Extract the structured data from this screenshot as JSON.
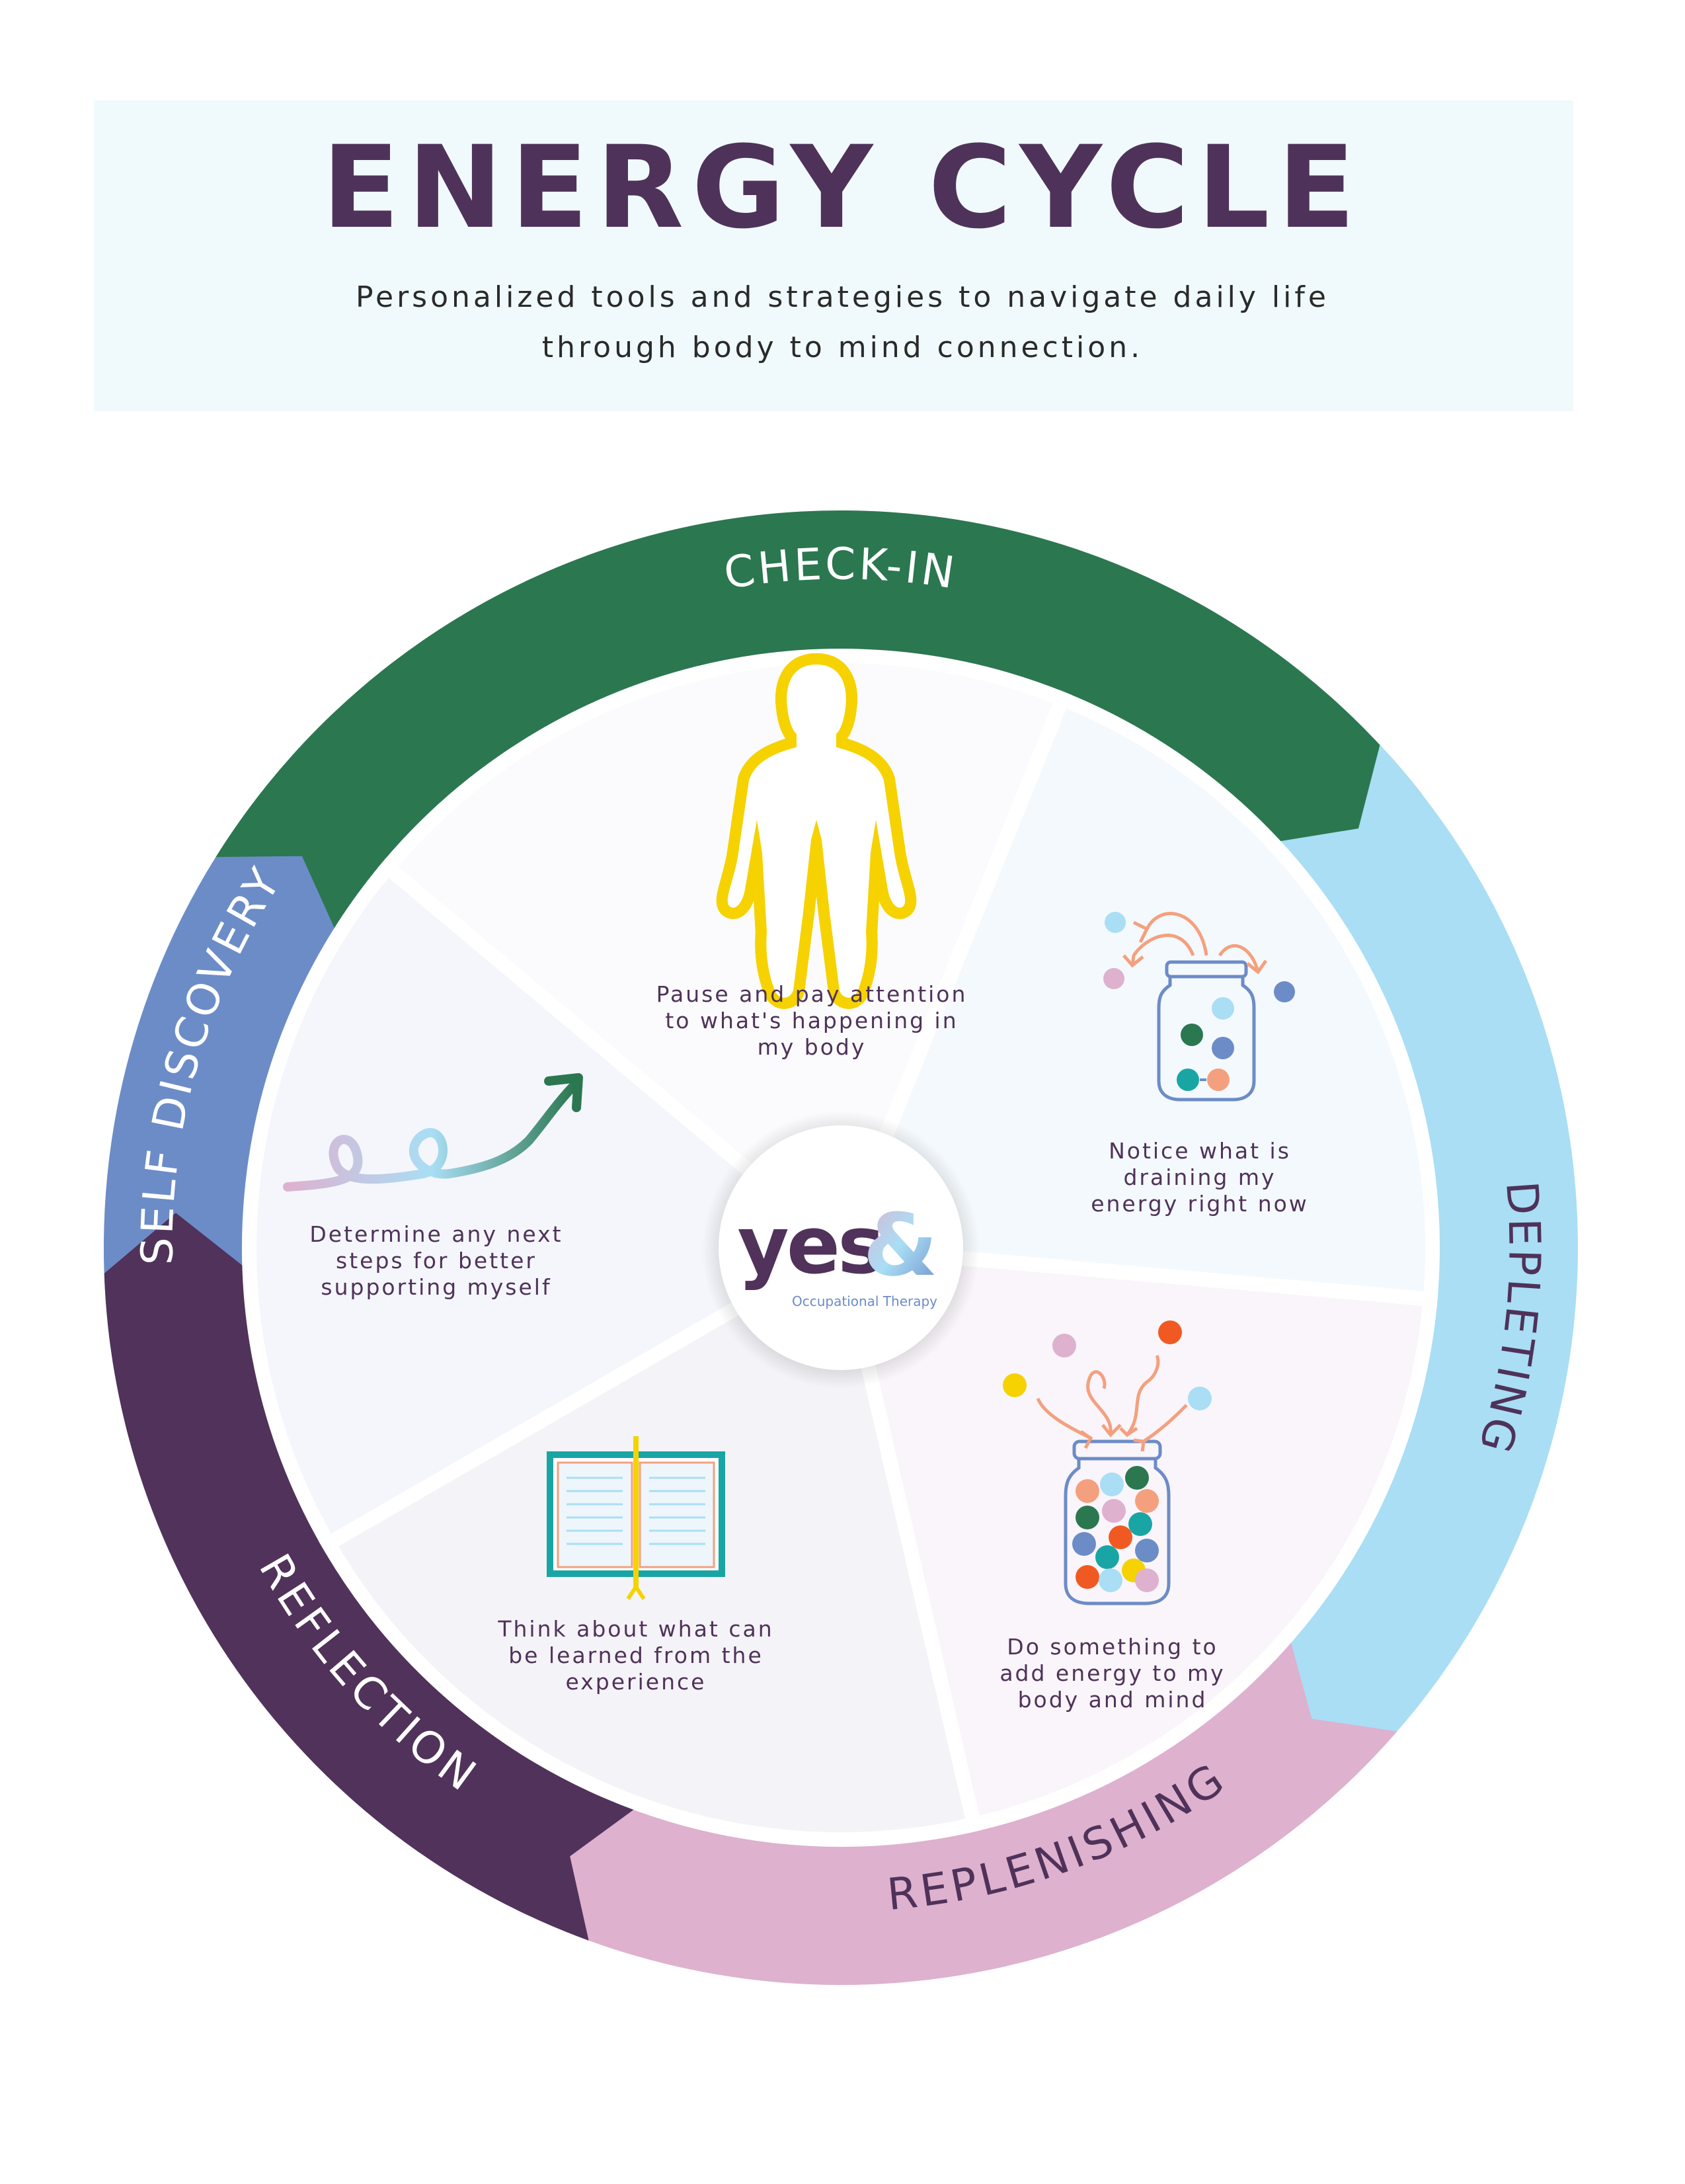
{
  "header": {
    "title": "ENERGY CYCLE",
    "subtitle_line1": "Personalized tools and strategies to navigate daily life",
    "subtitle_line2": "through body to mind connection."
  },
  "segments": [
    {
      "label": "CHECK-IN",
      "color": "#2b7750",
      "label_color": "#ffffff",
      "desc": [
        "Pause and pay attention",
        "to what's happening in",
        "my body"
      ],
      "icon": "body-outline-icon"
    },
    {
      "label": "DEPLETING",
      "color": "#a9def5",
      "label_color": "#4f3259",
      "desc": [
        "Notice what is",
        "draining my",
        "energy right now"
      ],
      "icon": "draining-jar-icon"
    },
    {
      "label": "REPLENISHING",
      "color": "#deb1cf",
      "label_color": "#4f3259",
      "desc": [
        "Do something to",
        "add energy to my",
        "body and mind"
      ],
      "icon": "filling-jar-icon"
    },
    {
      "label": "REFLECTION",
      "color": "#50325a",
      "label_color": "#ffffff",
      "desc": [
        "Think about what can",
        "be learned from the",
        "experience"
      ],
      "icon": "open-book-icon"
    },
    {
      "label": "SELF DISCOVERY",
      "color": "#6c8cc7",
      "label_color": "#ffffff",
      "desc": [
        "Determine any next",
        "steps for better",
        "supporting myself"
      ],
      "icon": "spiral-arrow-icon"
    }
  ],
  "logo": {
    "word": "yes",
    "ampersand": "&",
    "tagline": "Occupational Therapy"
  }
}
